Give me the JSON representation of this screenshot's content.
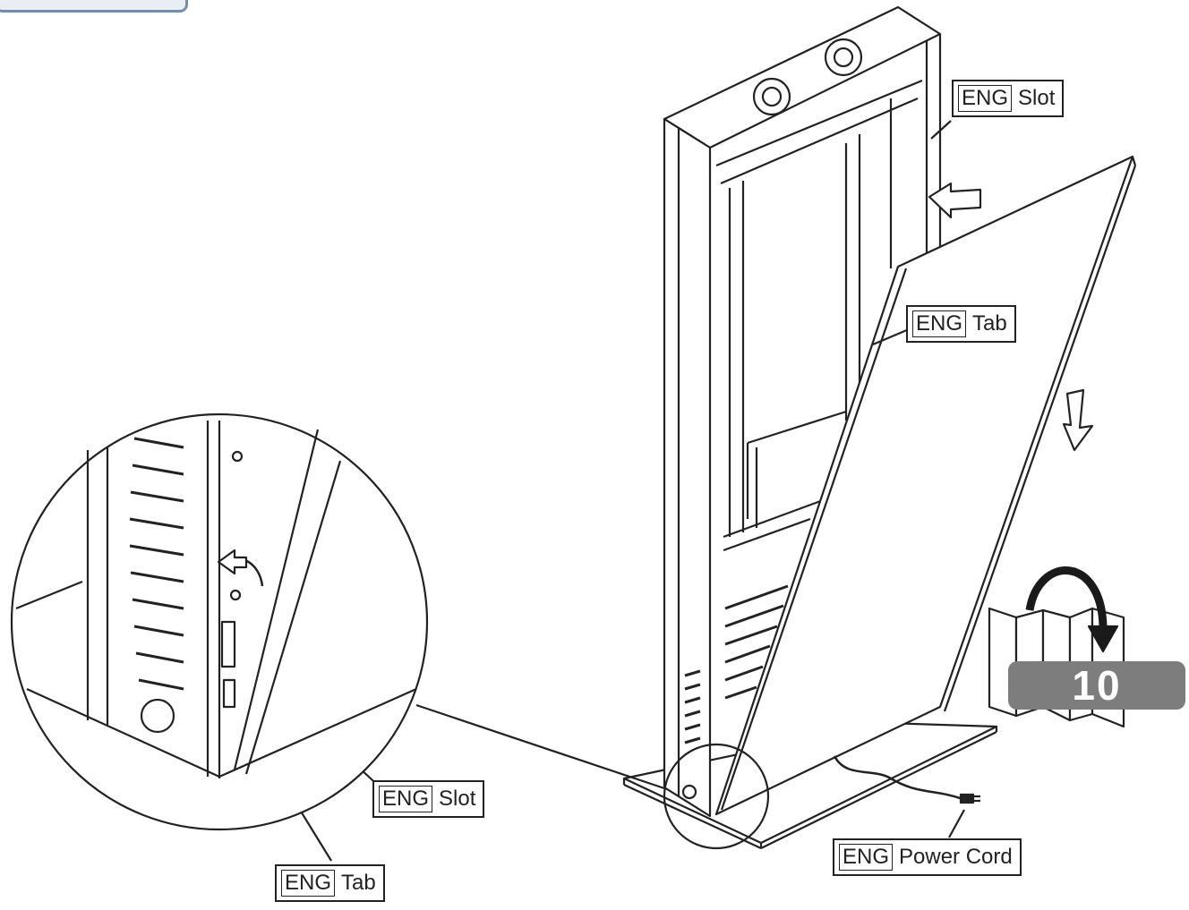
{
  "callouts": {
    "slot_top": {
      "tag": "ENG",
      "text": "Slot"
    },
    "tab_top": {
      "tag": "ENG",
      "text": "Tab"
    },
    "slot_detail": {
      "tag": "ENG",
      "text": "Slot"
    },
    "tab_detail": {
      "tag": "ENG",
      "text": "Tab"
    },
    "power_cord": {
      "tag": "ENG",
      "text": "Power Cord"
    }
  },
  "step": {
    "number": "10"
  },
  "colors": {
    "line": "#222222",
    "step_bg": "#7d7d7d",
    "corner_accent": "#6f8fa8"
  },
  "icons": [
    "page-turn-icon",
    "arrow-down-icon",
    "arrow-left-icon",
    "curved-arrow-icon"
  ]
}
